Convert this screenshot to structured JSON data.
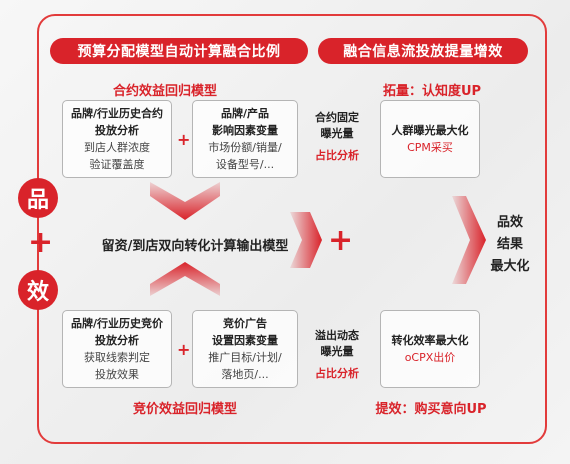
{
  "titles": {
    "left": "预算分配模型自动计算融合比例",
    "right": "融合信息流投放提量增效"
  },
  "top": {
    "section_label": "合约效益回归模型",
    "box1": {
      "title1": "品牌/行业历史合约",
      "title2": "投放分析",
      "line1": "到店人群浓度",
      "line2": "验证覆盖度"
    },
    "box2": {
      "title1": "品牌/产品",
      "title2": "影响因素变量",
      "line1": "市场份额/销量/",
      "line2": "设备型号/..."
    },
    "side": {
      "line1": "合约固定",
      "line2": "曝光量",
      "line3": "占比分析"
    },
    "right_label": "拓量：认知度UP",
    "right_box": {
      "line1": "人群曝光最大化",
      "line2": "CPM采买"
    }
  },
  "middle": {
    "circle_top": "品",
    "circle_bottom": "效",
    "plus": "+",
    "center_text": "留资/到店双向转化计算输出模型",
    "result": {
      "line1": "品效",
      "line2": "结果",
      "line3": "最大化"
    }
  },
  "bottom": {
    "section_label": "竞价效益回归模型",
    "box1": {
      "title1": "品牌/行业历史竞价",
      "title2": "投放分析",
      "line1": "获取线索判定",
      "line2": "投放效果"
    },
    "box2": {
      "title1": "竞价广告",
      "title2": "设置因素变量",
      "line1": "推广目标/计划/",
      "line2": "落地页/..."
    },
    "side": {
      "line1": "溢出动态",
      "line2": "曝光量",
      "line3": "占比分析"
    },
    "right_label": "提效：购买意向UP",
    "right_box": {
      "line1": "转化效率最大化",
      "line2": "oCPX出价"
    }
  },
  "colors": {
    "accent": "#d9232a",
    "border": "#b5b5b5"
  }
}
